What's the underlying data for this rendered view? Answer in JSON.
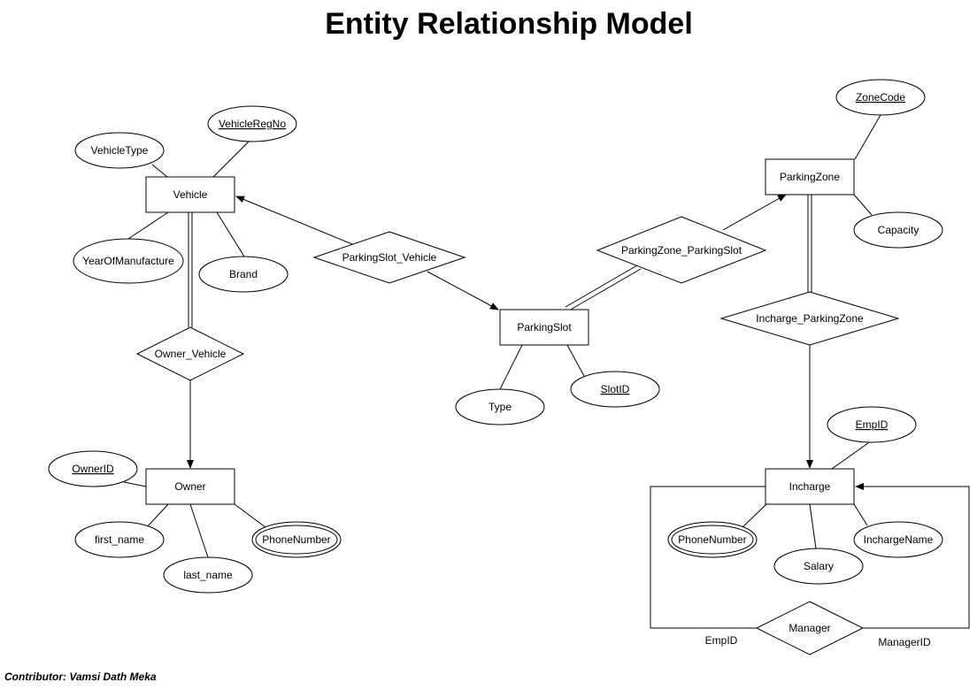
{
  "title": "Entity Relationship Model",
  "contributor": "Contributor: Vamsi Dath Meka",
  "entities": {
    "vehicle": "Vehicle",
    "owner": "Owner",
    "parking_slot": "ParkingSlot",
    "parking_zone": "ParkingZone",
    "incharge": "Incharge"
  },
  "relationships": {
    "owner_vehicle": "Owner_Vehicle",
    "parkingslot_vehicle": "ParkingSlot_Vehicle",
    "parkingzone_parkingslot": "ParkingZone_ParkingSlot",
    "incharge_parkingzone": "Incharge_ParkingZone",
    "manager": "Manager"
  },
  "attributes": {
    "vehicle_type": "VehicleType",
    "vehicle_reg_no": "VehicleRegNo",
    "year_of_manufacture": "YearOfManufacture",
    "brand": "Brand",
    "owner_id": "OwnerID",
    "first_name": "first_name",
    "last_name": "last_name",
    "owner_phone": "PhoneNumber",
    "slot_type": "Type",
    "slot_id": "SlotID",
    "zone_code": "ZoneCode",
    "capacity": "Capacity",
    "emp_id": "EmpID",
    "incharge_phone": "PhoneNumber",
    "salary": "Salary",
    "incharge_name": "InchargeName"
  },
  "role_labels": {
    "emp_id": "EmpID",
    "manager_id": "ManagerID"
  }
}
